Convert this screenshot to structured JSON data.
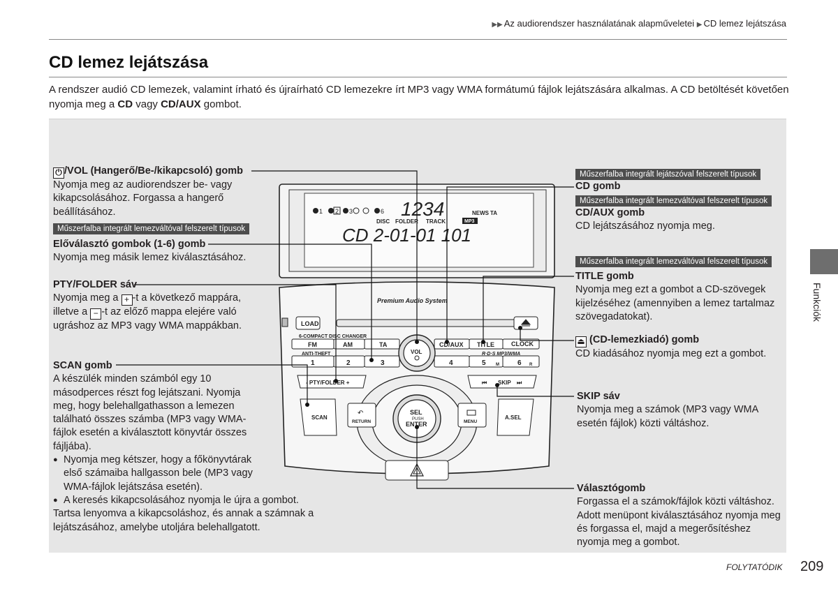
{
  "breadcrumb": {
    "part1": "Az audiorendszer használatának alapműveletei",
    "part2": "CD lemez lejátszása"
  },
  "title": "CD lemez lejátszása",
  "intro": {
    "text1": "A rendszer audió CD lemezek, valamint írható és újraírható CD lemezekre írt MP3 vagy WMA formátumú fájlok lejátszására alkalmas. A CD betöltését követően nyomja meg a ",
    "cd": "CD",
    "text2": " vagy ",
    "cdaux": "CD/AUX",
    "text3": " gombot."
  },
  "left": {
    "vol": {
      "heading": "/VOL (Hangerő/Be-/kikapcsoló) gomb",
      "body": "Nyomja meg az audiorendszer be- vagy kikapcsolásához. Forgassa a hangerő beállításához.",
      "badge": "Műszerfalba integrált lemezváltóval felszerelt típusok"
    },
    "preset": {
      "heading": "Előválasztó gombok (1-6) gomb",
      "body": "Nyomja meg másik lemez kiválasztásához."
    },
    "pty": {
      "heading": "PTY/FOLDER sáv",
      "line1a": "Nyomja meg a ",
      "plus": "+",
      "line1b": "-t a következő mappára,",
      "line2a": "illetve a ",
      "minus": "−",
      "line2b": "-t az előző mappa elejére való",
      "line3": "ugráshoz az MP3 vagy WMA mappákban."
    },
    "scan": {
      "heading": "SCAN gomb",
      "body": "A készülék minden számból egy 10 másodperces részt fog lejátszani. Nyomja meg, hogy belehallgathasson a lemezen található összes számba (MP3 vagy WMA-fájlok esetén a kiválasztott könyvtár összes fájljába).",
      "bullet1": "Nyomja meg kétszer, hogy a főkönyvtárak első számaiba hallgasson bele (MP3 vagy WMA-fájlok lejátszása esetén).",
      "bullet2": "A keresés kikapcsolásához nyomja le újra a gombot.",
      "tail": "Tartsa lenyomva a kikapcsoláshoz, és annak a számnak a lejátszásához, amelybe utoljára belehallgatott."
    }
  },
  "right": {
    "cd": {
      "badge": "Műszerfalba integrált lejátszóval felszerelt típusok",
      "heading": "CD gomb"
    },
    "cdaux": {
      "badge": "Műszerfalba integrált lemezváltóval felszerelt típusok",
      "heading": "CD/AUX gomb",
      "body": "CD lejátszásához nyomja meg."
    },
    "titlebtn": {
      "badge": "Műszerfalba integrált lemezváltóval felszerelt típusok",
      "heading": "TITLE gomb",
      "body": "Nyomja meg ezt a gombot a CD-szövegek kijelzéséhez (amennyiben a lemez tartalmaz szövegadatokat)."
    },
    "eject": {
      "heading": "(CD-lemezkiadó) gomb",
      "body": "CD kiadásához nyomja meg ezt a gombot."
    },
    "skip": {
      "heading": "SKIP sáv",
      "body": "Nyomja meg a számok (MP3 vagy WMA esetén fájlok) közti váltáshoz."
    },
    "selector": {
      "heading": "Választógomb",
      "body": "Forgassa el a számok/fájlok közti váltáshoz. Adott menüpont kiválasztásához nyomja meg és forgassa el, majd a megerősítéshez nyomja meg a gombot."
    }
  },
  "radio": {
    "display": {
      "discs": [
        "1",
        "2",
        "3",
        "6"
      ],
      "seg_top": "1234",
      "disc_label": "DISC",
      "folder_label": "FOLDER",
      "track_label": "TRACK",
      "news": "NEWS",
      "ta": "TA",
      "mp3": "MP3",
      "main": "CD 2-01-01 101"
    },
    "brand": "Premium Audio System",
    "changer": "6-COMPACT DISC CHANGER",
    "antitheft": "ANTI-THEFT",
    "rds": "R·D·S MP3/WMA",
    "buttons": {
      "load": "LOAD",
      "fm": "FM",
      "am": "AM",
      "ta": "TA",
      "cdaux": "CD/AUX",
      "title": "TITLE",
      "clock": "CLOCK",
      "vol": "VOL",
      "pty": "- PTY/FOLDER +",
      "skip": "SKIP",
      "scan": "SCAN",
      "return": "RETURN",
      "sel": "SEL",
      "push": "PUSH",
      "enter": "ENTER",
      "menu": "MENU",
      "asel": "A.SEL",
      "presets": [
        "1",
        "2",
        "3",
        "4",
        "5",
        "6"
      ],
      "preset_marks": [
        "",
        "",
        "",
        "",
        "M",
        "R"
      ]
    }
  },
  "side_tab": "Funkciók",
  "footer": {
    "continued": "FOLYTATÓDIK",
    "page": "209"
  }
}
